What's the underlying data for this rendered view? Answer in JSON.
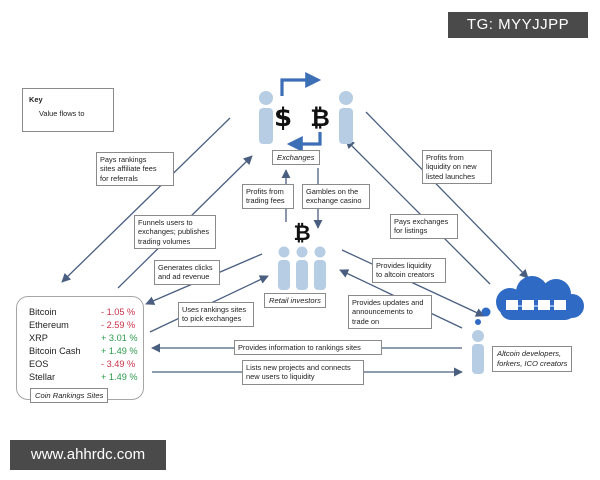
{
  "colors": {
    "arrow": "#4a5f80",
    "person": "#b6cde4",
    "cycle": "#3d6fb6",
    "cloud": "#2f6bc4",
    "negative": "#c8324a",
    "positive": "#2e9a4e"
  },
  "watermarks": {
    "top": "TG: MYYJJPP",
    "bottom": "www.ahhrdc.com"
  },
  "key": {
    "title": "Key",
    "text": "Value flows to"
  },
  "actors": {
    "exchanges": "Exchanges",
    "retail": "Retail investors",
    "altcoin": "Altcoin developers,\nforkers, ICO creators",
    "rankings": "Coin Rankings Sites"
  },
  "symbols": {
    "dollar": "$",
    "bitcoin": "₿"
  },
  "flows": {
    "pays_rankings": "Pays rankings\nsites affiliate fees\nfor referrals",
    "funnels": "Funnels users to\nexchanges; publishes\ntrading volumes",
    "profits_trading": "Profits from\ntrading fees",
    "gambles": "Gambles on the\nexchange casino",
    "profits_liquidity": "Profits from\nliquidity on new\nlisted launches",
    "pays_listings": "Pays exchanges\nfor listings",
    "generates_clicks": "Generates clicks\nand ad revenue",
    "uses_rankings": "Uses rankings sites\nto pick exchanges",
    "provides_liquidity": "Provides liquidity\nto altcoin creators",
    "provides_updates": "Provides updates and\nannouncements to\ntrade on",
    "provides_info": "Provides information to rankings sites",
    "lists_new": "Lists new projects and connects\nnew users to liquidity"
  },
  "coins": [
    {
      "name": "Bitcoin",
      "change": "- 1.05 %",
      "dir": "neg"
    },
    {
      "name": "Ethereum",
      "change": "- 2.59 %",
      "dir": "neg"
    },
    {
      "name": "XRP",
      "change": "+ 3.01 %",
      "dir": "pos"
    },
    {
      "name": "Bitcoin Cash",
      "change": "+ 1.49 %",
      "dir": "pos"
    },
    {
      "name": "EOS",
      "change": "- 3.49 %",
      "dir": "neg"
    },
    {
      "name": "Stellar",
      "change": "+ 1.49 %",
      "dir": "pos"
    }
  ]
}
